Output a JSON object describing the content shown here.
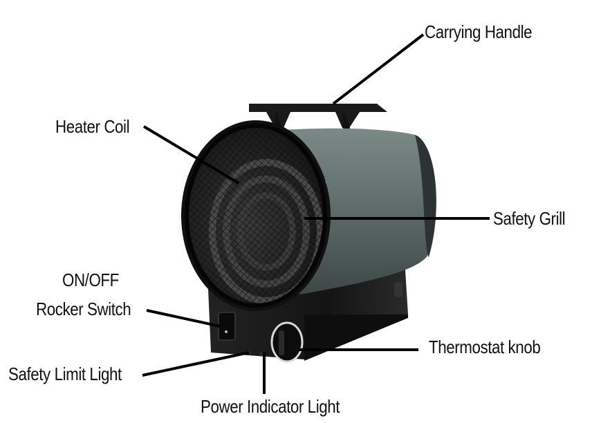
{
  "labels": {
    "carrying_handle": "Carrying Handle",
    "heater_coil": "Heater Coil",
    "safety_grill": "Safety Grill",
    "on_off": "ON/OFF",
    "rocker_switch": "Rocker Switch",
    "thermostat_knob": "Thermostat knob",
    "safety_limit_light": "Safety Limit Light",
    "power_indicator_light": "Power Indicator Light"
  },
  "colors": {
    "body": "#5f6e6b",
    "body_dark": "#3f4a48",
    "frame": "#141414",
    "base": "#1c1c1c",
    "leader": "#000000"
  }
}
